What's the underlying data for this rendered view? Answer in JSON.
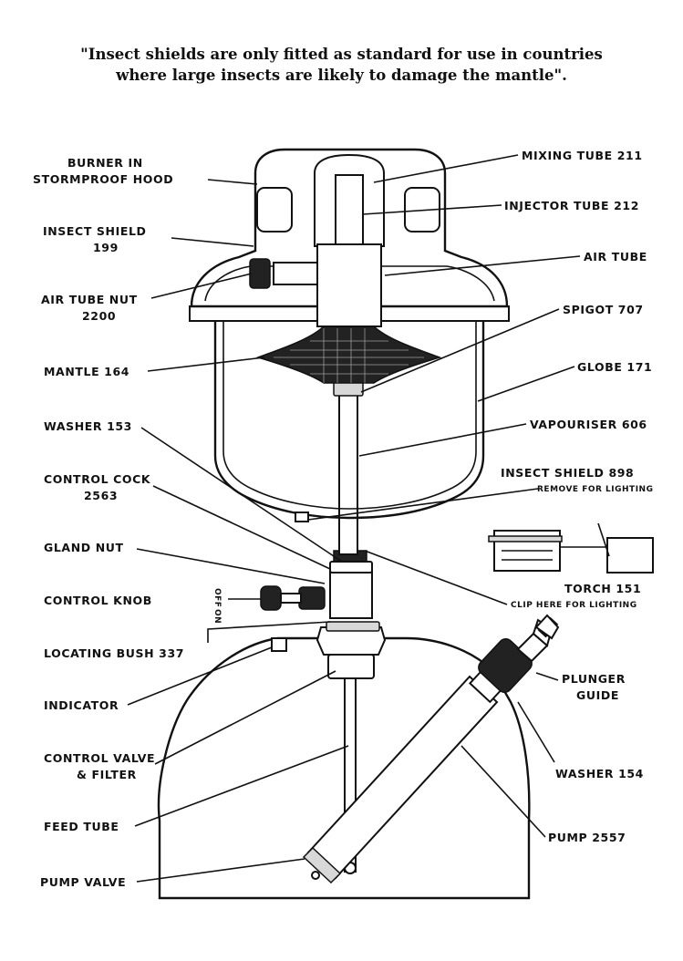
{
  "caption": {
    "line1": "\"Insect shields are only fitted as standard for use in countries",
    "line2": "where large insects are likely to damage the mantle\"."
  },
  "labels": {
    "burner_1": "BURNER IN",
    "burner_2": "STORMPROOF HOOD",
    "insect_shield_199_1": "INSECT SHIELD",
    "insect_shield_199_2": "199",
    "air_tube_nut_1": "AIR TUBE NUT",
    "air_tube_nut_2": "2200",
    "mantle": "MANTLE 164",
    "washer_153": "WASHER 153",
    "control_cock_1": "CONTROL COCK",
    "control_cock_2": "2563",
    "gland_nut": "GLAND NUT",
    "control_knob": "CONTROL KNOB",
    "knob_off": "OFF",
    "knob_on": "ON",
    "locating_bush": "LOCATING BUSH 337",
    "indicator": "INDICATOR",
    "control_valve_1": "CONTROL VALVE",
    "control_valve_2": "& FILTER",
    "feed_tube": "FEED TUBE",
    "pump_valve": "PUMP VALVE",
    "mixing_tube": "MIXING TUBE 211",
    "injector_tube": "INJECTOR TUBE 212",
    "air_tube": "AIR TUBE",
    "spigot": "SPIGOT 707",
    "globe": "GLOBE 171",
    "vapouriser": "VAPOURISER 606",
    "insect_shield_898": "INSECT SHIELD 898",
    "insect_shield_898_note": "REMOVE FOR LIGHTING",
    "torch": "TORCH 151",
    "torch_note": "CLIP HERE FOR LIGHTING",
    "plunger_guide_1": "PLUNGER",
    "plunger_guide_2": "GUIDE",
    "washer_154": "WASHER 154",
    "pump": "PUMP 2557"
  }
}
